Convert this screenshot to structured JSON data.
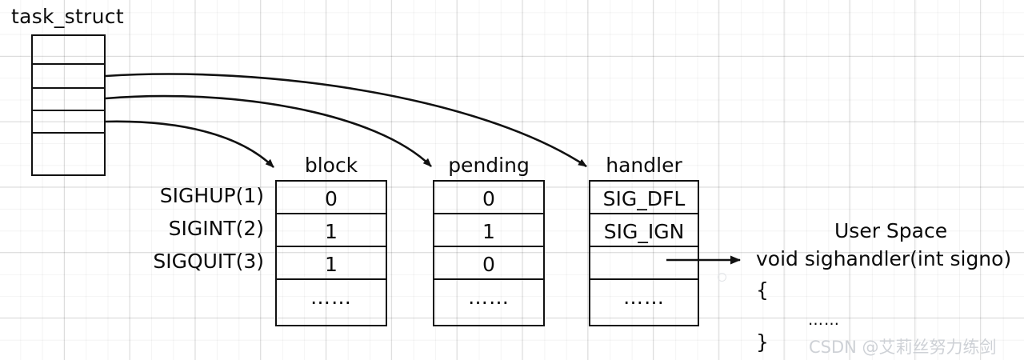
{
  "diagram": {
    "title": "task_struct",
    "kernel_struct": {
      "label": "task_struct",
      "row_count": 5
    },
    "signal_labels": [
      "SIGHUP(1)",
      "SIGINT(2)",
      "SIGQUIT(3)"
    ],
    "tables": [
      {
        "header": "block",
        "cells": [
          "0",
          "1",
          "1",
          "……"
        ]
      },
      {
        "header": "pending",
        "cells": [
          "0",
          "1",
          "0",
          "……"
        ]
      },
      {
        "header": "handler",
        "cells": [
          "SIG_DFL",
          "SIG_IGN",
          "",
          "……"
        ]
      }
    ],
    "user_space": {
      "title": "User Space",
      "code": [
        "void sighandler(int signo)",
        "{",
        "……",
        "}"
      ]
    },
    "watermark": "CSDN @艾莉丝努力练剑",
    "colors": {
      "ink": "#0b0b0b",
      "stroke": "#111111",
      "grid_minor": "rgba(0,0,0,0.045)",
      "grid_major": "rgba(0,0,0,0.13)",
      "watermark": "#c9cdd2"
    }
  }
}
